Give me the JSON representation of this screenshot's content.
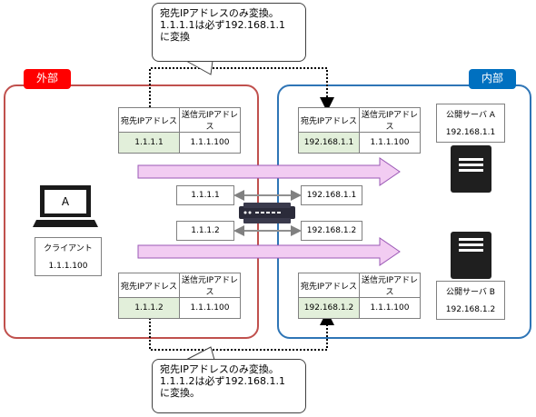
{
  "zones": {
    "external_label": "外部",
    "internal_label": "内部"
  },
  "callout_top": {
    "lines": [
      "宛先IPアドレスのみ変換。",
      "1.1.1.1は必ず192.168.1.1",
      "に変換"
    ]
  },
  "callout_bottom": {
    "lines": [
      "宛先IPアドレスのみ変換。",
      "1.1.1.2は必ず192.168.1.1",
      "に変換。"
    ]
  },
  "packet_headers": {
    "dst_label": "宛先IPアドレス",
    "src_label": "送信元IPアドレス",
    "ext_top": {
      "dst": "1.1.1.1",
      "src": "1.1.1.100"
    },
    "int_top": {
      "dst": "192.168.1.1",
      "src": "1.1.1.100"
    },
    "ext_bottom": {
      "dst": "1.1.1.2",
      "src": "1.1.1.100"
    },
    "int_bottom": {
      "dst": "192.168.1.2",
      "src": "1.1.1.100"
    }
  },
  "nat": {
    "ext_addr_1": "1.1.1.1",
    "ext_addr_2": "1.1.1.2",
    "int_addr_1": "192.168.1.1",
    "int_addr_2": "192.168.1.2"
  },
  "client": {
    "screen_letter": "A",
    "name": "クライアント",
    "ip": "1.1.1.100"
  },
  "server_a": {
    "name": "公開サーバ A",
    "ip": "192.168.1.1"
  },
  "server_b": {
    "name": "公開サーバ B",
    "ip": "192.168.1.2"
  },
  "colors": {
    "external": "#ff0000",
    "internal": "#0070c0",
    "translated": "#e2efda",
    "flow_arrow": "#f2ccf2"
  }
}
